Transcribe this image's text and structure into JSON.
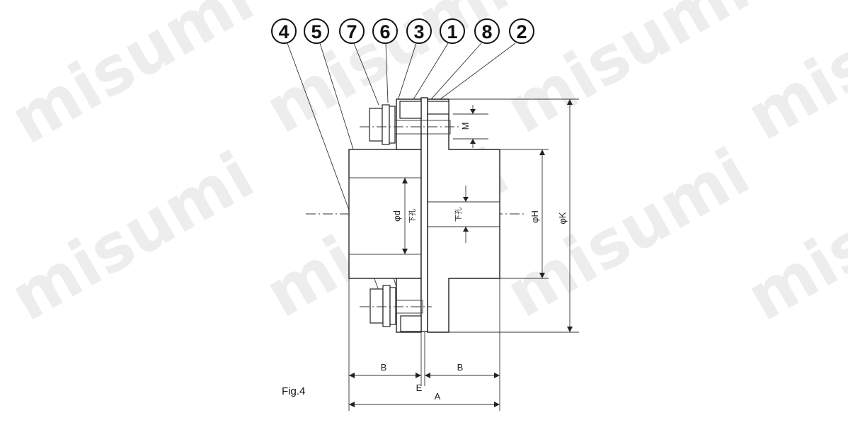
{
  "watermark": {
    "text": "misumi"
  },
  "figure": {
    "label": "Fig.4"
  },
  "callouts": [
    "4",
    "5",
    "7",
    "6",
    "3",
    "1",
    "8",
    "2"
  ],
  "dimensions": {
    "B_left": "B",
    "B_right": "B",
    "E": "E",
    "A": "A",
    "M": "M",
    "phi_d": "φd",
    "phi_H": "φH",
    "phi_K": "φK",
    "pilot_bore_left": "下孔",
    "pilot_bore_right": "下孔"
  }
}
